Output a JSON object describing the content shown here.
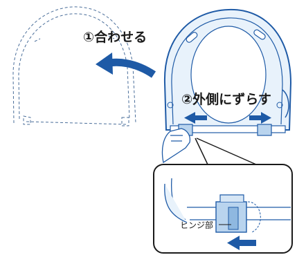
{
  "steps": {
    "step1": "①合わせる",
    "step2": "②外側にずらす"
  },
  "callout": {
    "hinge_label": "ヒンジ部"
  },
  "colors": {
    "line": "#1e5aa6",
    "seat_fill": "#e8f2fb",
    "arrow": "#1e5aa6",
    "hinge": "#b9d4ee",
    "text": "#1a1a1a"
  },
  "icons": [
    "curved-arrow-icon",
    "left-arrow-icon",
    "right-arrow-icon",
    "hinge-icon",
    "hand-icon"
  ]
}
